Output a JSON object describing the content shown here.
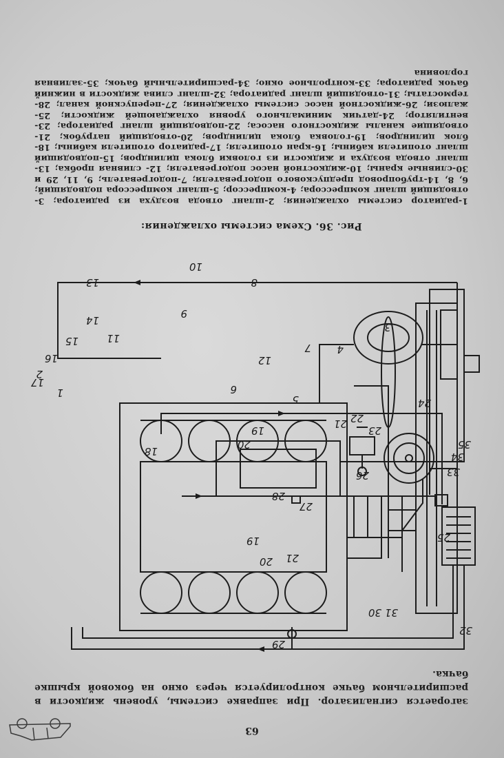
{
  "page": {
    "number": "63",
    "intro": "загорается сигнализатор. При заправке системы, уровень жидкости в расширительном бачке контролируется через окно на боковой крышке бачка.",
    "caption": "Рис. 36. Схема системы охлаждения:",
    "legend_items": [
      "1-радиатор системы охлаждения;",
      "2-шланг отвода воздуха из радиатора;",
      "3-отводящий шланг компрессора;",
      "4-компрессор;",
      "5-шланг компрессора подводящий;",
      "6, 8, 14-трубопровод предпускового подогревателя;",
      "7-подогреватель;",
      "9, 11, 29 и 30-сливные краны;",
      "10-жидкостной насос подогревателя;",
      "12- сливная пробка;",
      "13-шланг отвода воздуха и жидкости из головки блока цилиндров;",
      "15-подводящий шланг отопителя кабины;",
      "16-кран отопителя;",
      "17-радиатор отопителя кабины;",
      "18-блок цилиндров;",
      "19-головка блока цилиндров;",
      "20-отводящий патрубок;",
      "21-отводящие каналы жидкостного насоса;",
      "22-подводящий шланг радиатора;",
      "23-вентилятор;",
      "24-датчик минимального уровня охлаждающей жидкости;",
      "25-жалюзи;",
      "26-жидкостной насос системы охлаждения;",
      "27-перепускной канал;",
      "28- термостаты;",
      "31-отводящий шланг радиатора;",
      "32-шланг слива жидкости в нижний бачок радиатора;",
      "33-контрольное окно;",
      "34-расширительный бачок;",
      "35-заливная горловина"
    ]
  },
  "diagram": {
    "labels": [
      "1",
      "2",
      "3",
      "4",
      "5",
      "6",
      "7",
      "8",
      "9",
      "10",
      "11",
      "12",
      "13",
      "14",
      "15",
      "16",
      "17",
      "18",
      "19",
      "20",
      "20",
      "19",
      "21",
      "21",
      "22",
      "23",
      "24",
      "25",
      "26",
      "27",
      "28",
      "29",
      "30",
      "31",
      "32",
      "33",
      "34",
      "35"
    ]
  }
}
